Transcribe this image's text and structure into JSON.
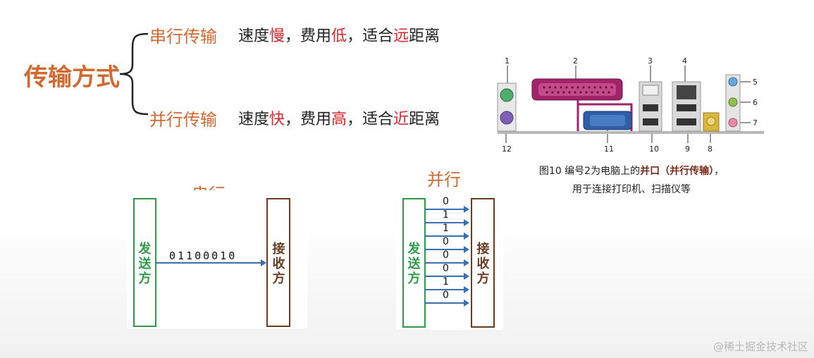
{
  "summary": {
    "title": "传输方式",
    "serial": {
      "label": "串行传输",
      "desc_parts": [
        "速度",
        "慢",
        "，费用",
        "低",
        "，适合",
        "远",
        "距离"
      ]
    },
    "parallel": {
      "label": "并行传输",
      "desc_parts": [
        "速度",
        "快",
        "，费用",
        "高",
        "，适合",
        "近",
        "距离"
      ]
    }
  },
  "photo": {
    "port_numbers": [
      "1",
      "2",
      "3",
      "4",
      "5",
      "6",
      "7",
      "8",
      "9",
      "10",
      "11",
      "12"
    ],
    "caption_line1_prefix": "图10 编号2为电脑上的",
    "caption_bold": "并口（并行传输）",
    "caption_line1_suffix": "，",
    "caption_line2": "用于连接打印机、扫描仪等"
  },
  "serial_diagram": {
    "title": "串行",
    "sender": "发送方",
    "receiver": "接收方",
    "bits": "01100010"
  },
  "parallel_diagram": {
    "title": "并行",
    "sender": "发送方",
    "receiver": "接收方",
    "bits": [
      "0",
      "1",
      "1",
      "0",
      "0",
      "0",
      "1",
      "0"
    ]
  },
  "watermark": "@稀土掘金技术社区",
  "colors": {
    "accent_orange": "#d2692f",
    "highlight_red": "#d9262b",
    "sender_green": "#2f9a48",
    "receiver_brown": "#6b3d20",
    "arrow_blue": "#3a6fb0"
  }
}
